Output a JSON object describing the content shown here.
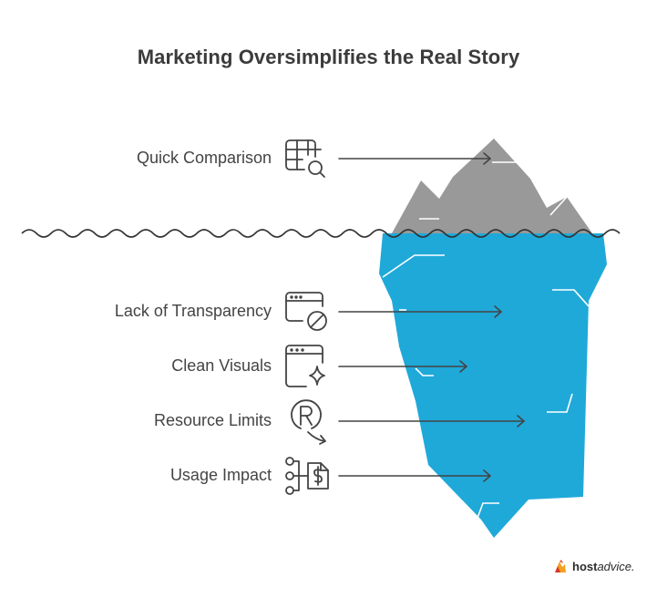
{
  "title": "Marketing Oversimplifies the Real Story",
  "items": [
    {
      "label": "Quick Comparison",
      "icon": "table-search-icon",
      "above_water": true
    },
    {
      "label": "Lack of Transparency",
      "icon": "browser-blocked-icon",
      "above_water": false
    },
    {
      "label": "Clean Visuals",
      "icon": "browser-sparkle-icon",
      "above_water": false
    },
    {
      "label": "Resource Limits",
      "icon": "registered-arrow-icon",
      "above_water": false
    },
    {
      "label": "Usage Impact",
      "icon": "dollar-flow-icon",
      "above_water": false
    }
  ],
  "logo": {
    "bold": "host",
    "regular": "advice."
  },
  "colors": {
    "tip": "#999999",
    "submerged": "#1fa9d9",
    "water_line": "#333333",
    "text": "#444444",
    "title": "#3b3b3b"
  }
}
